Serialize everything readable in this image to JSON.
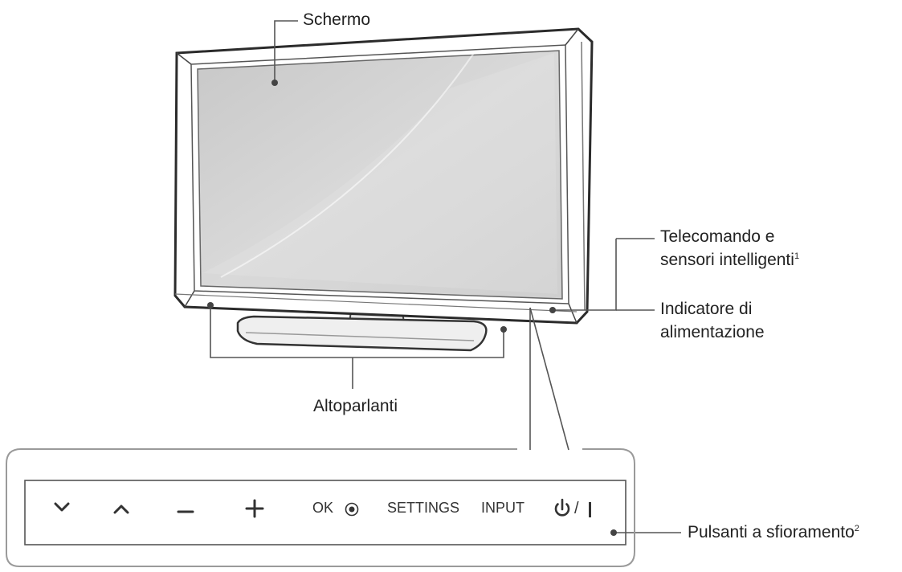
{
  "labels": {
    "screen": "Schermo",
    "remote_sensor_line1": "Telecomando e",
    "remote_sensor_line2": "sensori intelligenti",
    "remote_sensor_note": "1",
    "power_indicator_line1": "Indicatore di",
    "power_indicator_line2": "alimentazione",
    "speakers": "Altoparlanti",
    "touch_buttons": "Pulsanti a sfioramento",
    "touch_buttons_note": "2"
  },
  "buttons": {
    "ok": "OK",
    "settings": "SETTINGS",
    "input": "INPUT",
    "power_separator": "/"
  },
  "icons": {
    "down": "chevron-down-icon",
    "up": "chevron-up-icon",
    "minus": "minus-icon",
    "plus": "plus-icon",
    "ok_dot": "radio-dot-icon",
    "power": "power-icon"
  },
  "colors": {
    "line": "#555555",
    "screen_fill": "#d0d0d0",
    "bezel": "#ffffff",
    "panel_border": "#9a9a9a"
  }
}
